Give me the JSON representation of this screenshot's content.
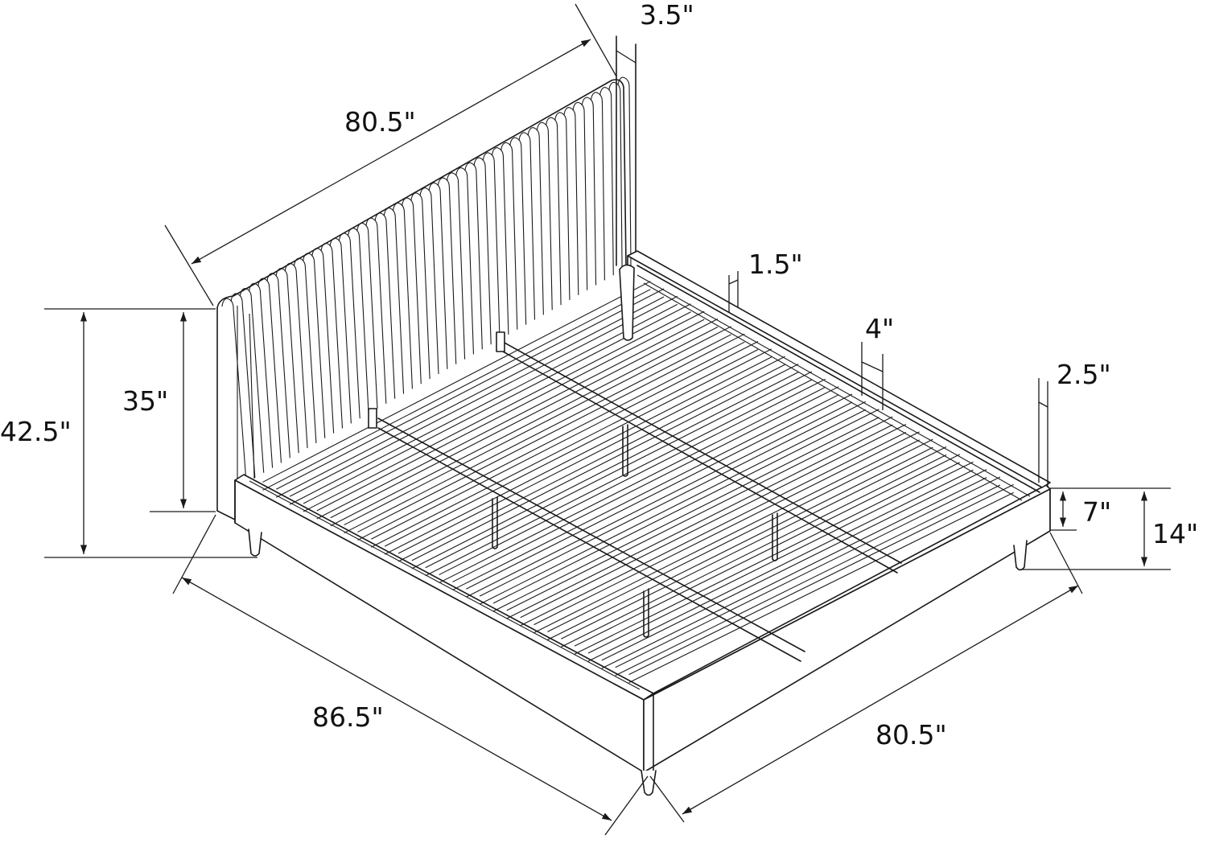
{
  "figure": {
    "subject": "Upholstered platform bed with channel-tufted headboard — dimension diagram",
    "colors": {
      "background": "#ffffff",
      "line": "#1a1a1a",
      "text": "#111111"
    },
    "unit": "inches"
  },
  "dimensions": {
    "headboard_width": {
      "label": "80.5\"",
      "value": 80.5
    },
    "headboard_depth": {
      "label": "3.5\"",
      "value": 3.5
    },
    "side_rail_thickness": {
      "label": "1.5\"",
      "value": 1.5
    },
    "side_rail_inset": {
      "label": "4\"",
      "value": 4
    },
    "footboard_rail_thickness": {
      "label": "2.5\"",
      "value": 2.5
    },
    "total_height": {
      "label": "42.5\"",
      "value": 42.5
    },
    "headboard_height": {
      "label": "35\"",
      "value": 35
    },
    "frame_height": {
      "label": "7\"",
      "value": 7
    },
    "floor_to_top_of_rail": {
      "label": "14\"",
      "value": 14
    },
    "overall_length": {
      "label": "86.5\"",
      "value": 86.5
    },
    "overall_width": {
      "label": "80.5\"",
      "value": 80.5
    }
  }
}
